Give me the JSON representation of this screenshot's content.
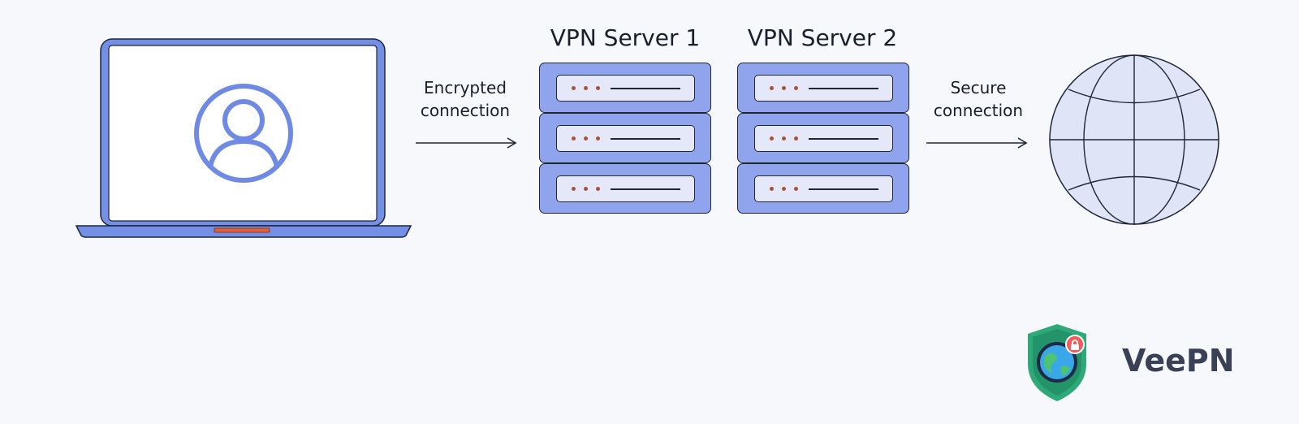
{
  "labels": {
    "encrypted_line1": "Encrypted",
    "encrypted_line2": "connection",
    "secure_line1": "Secure",
    "secure_line2": "connection"
  },
  "servers": [
    {
      "title": "VPN Server 1"
    },
    {
      "title": "VPN Server 2"
    }
  ],
  "brand": {
    "name": "VeePN"
  },
  "icons": {
    "device": "laptop-icon",
    "user": "user-avatar-icon",
    "server": "server-rack-icon",
    "internet": "globe-icon",
    "logo": "shield-globe-lock-icon"
  },
  "colors": {
    "background": "#f6f8fc",
    "accent_blue": "#6f8ae4",
    "rack_blue": "#8fa4ec",
    "slot_fill": "#e4e8f8",
    "globe_fill": "#dfe5f7",
    "indicator_orange": "#e0603a",
    "shield_green": "#2fa87a",
    "lock_red": "#f25b5b"
  }
}
